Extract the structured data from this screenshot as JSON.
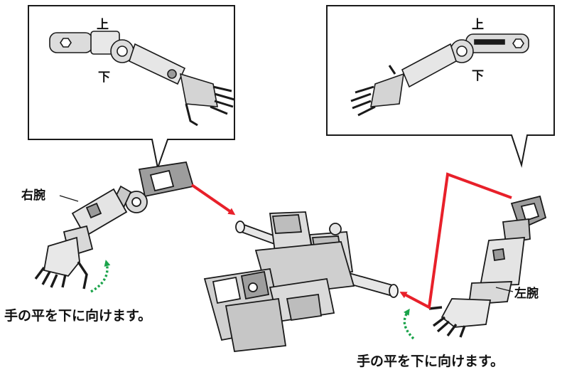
{
  "colors": {
    "outline": "#1a1a1a",
    "part_fill": "#d9d9d9",
    "part_light": "#f2f2f2",
    "part_dark": "#9a9a9a",
    "arrow_red": "#e8202a",
    "arrow_green": "#1aa34a"
  },
  "callout_left": {
    "up": "上",
    "down": "下"
  },
  "callout_right": {
    "up": "上",
    "down": "下"
  },
  "labels": {
    "right_arm": "右腕",
    "left_arm": "左腕",
    "instruction_left": "手の平を下に向けます。",
    "instruction_right": "手の平を下に向けます。"
  },
  "icons": {
    "rotate_left": "rotate-arrow-icon",
    "rotate_right": "rotate-arrow-icon"
  }
}
